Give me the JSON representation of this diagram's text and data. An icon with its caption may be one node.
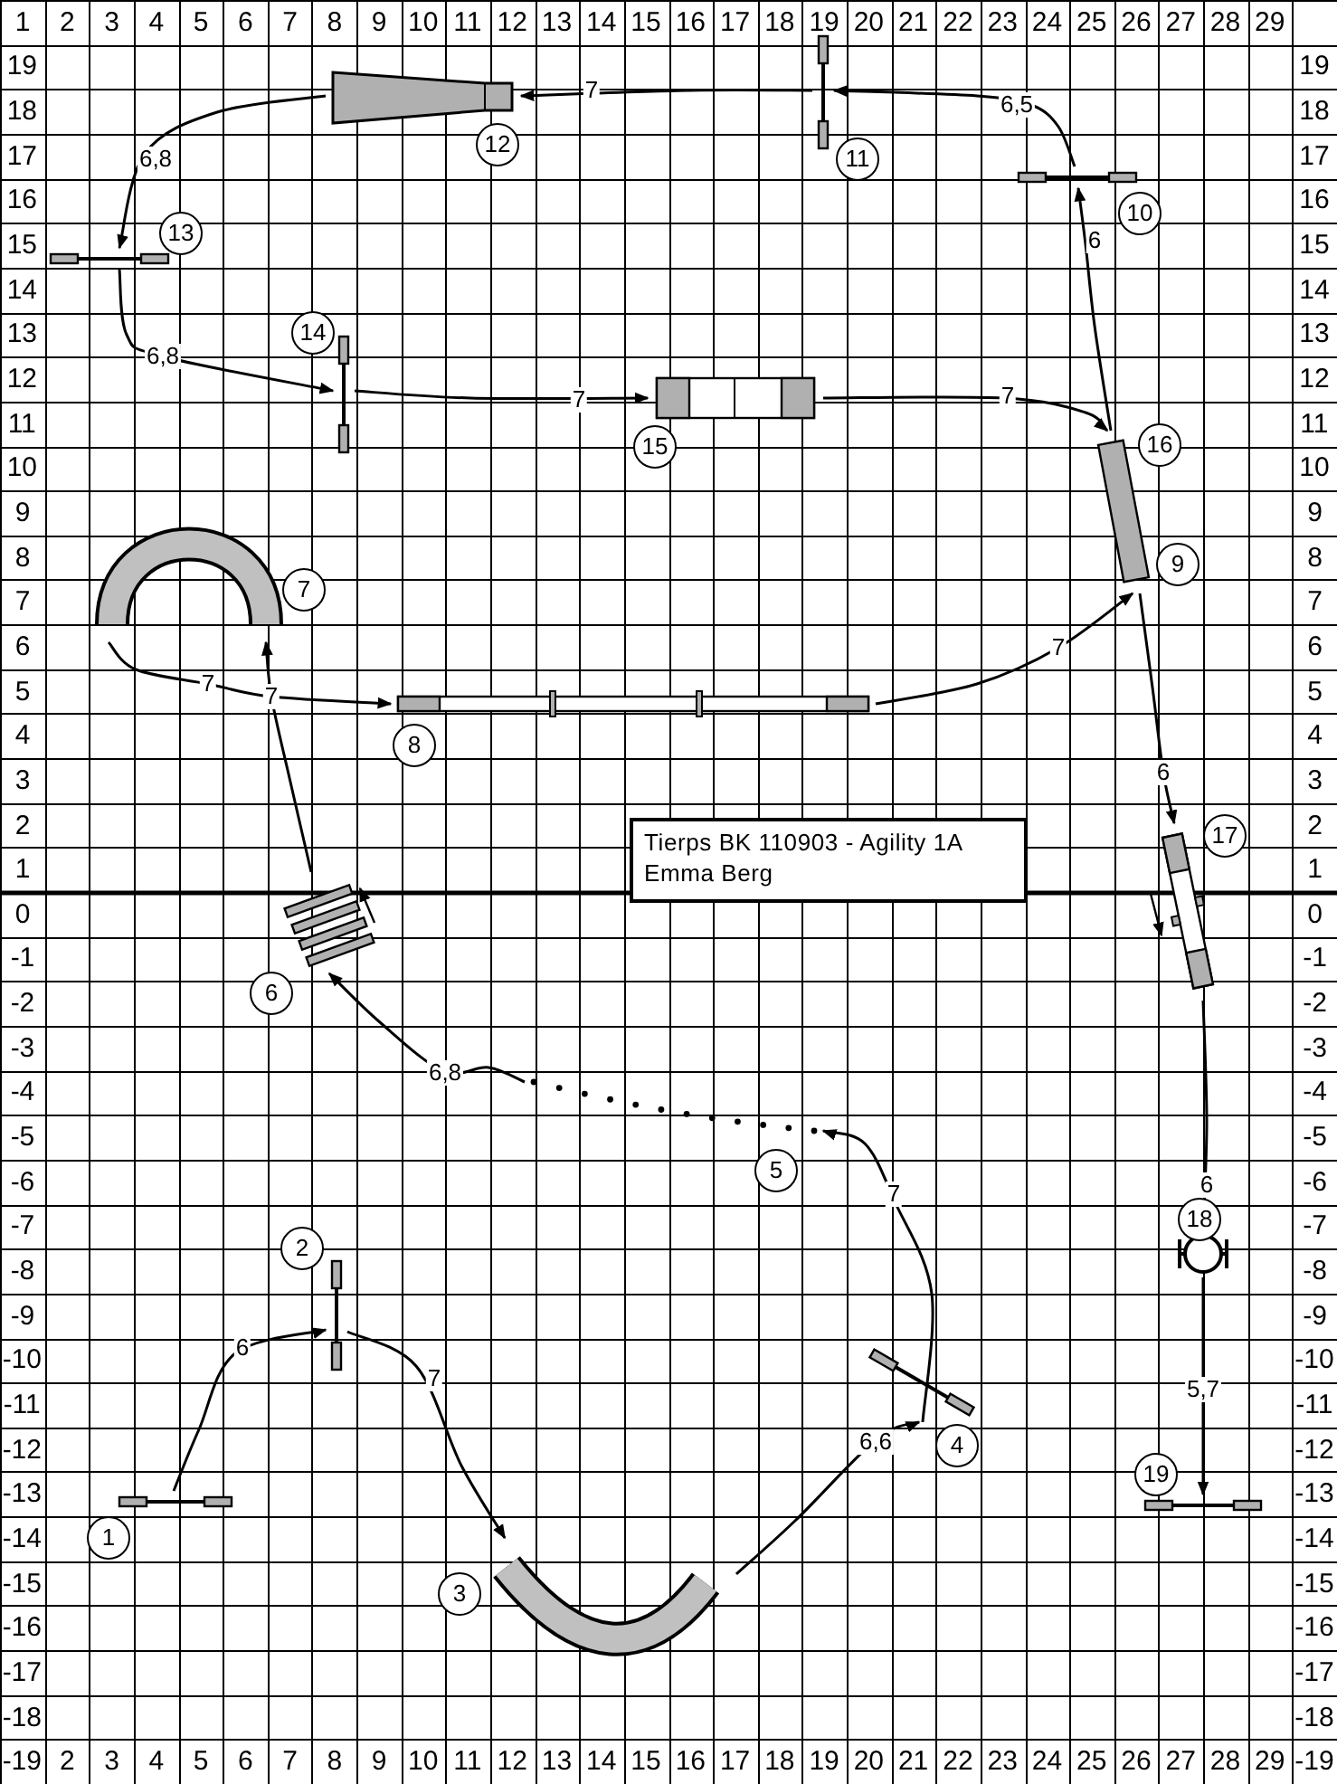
{
  "diagram": {
    "nodes": [
      {
        "text": [],
        "shape": "bar",
        "beside": [
          "1"
        ]
      },
      {
        "text": [],
        "shape": "bar",
        "beside": [
          "2"
        ]
      },
      {
        "text": [],
        "shape": "picture",
        "beside": [
          "3"
        ]
      },
      {
        "text": [],
        "shape": "bar",
        "beside": [
          "4"
        ]
      },
      {
        "text": [],
        "shape": "picture",
        "beside": [
          "5"
        ]
      },
      {
        "text": [],
        "shape": "picture",
        "beside": [
          "6"
        ]
      },
      {
        "text": [],
        "shape": "picture",
        "beside": [
          "7"
        ]
      },
      {
        "text": [],
        "shape": "picture",
        "beside": [
          "8"
        ]
      },
      {
        "text": [],
        "shape": "box",
        "beside": [
          "9",
          "16"
        ]
      },
      {
        "text": [],
        "shape": "bar",
        "beside": [
          "10"
        ]
      },
      {
        "text": [],
        "shape": "bar",
        "beside": [
          "11"
        ]
      },
      {
        "text": [],
        "shape": "picture",
        "beside": [
          "12"
        ]
      },
      {
        "text": [],
        "shape": "bar",
        "beside": [
          "13"
        ]
      },
      {
        "text": [],
        "shape": "bar",
        "beside": [
          "14"
        ]
      },
      {
        "text": [],
        "shape": "picture",
        "beside": [
          "15"
        ]
      },
      {
        "text": [],
        "shape": "picture",
        "beside": [
          "17"
        ]
      },
      {
        "text": [],
        "shape": "picture",
        "beside": [
          "18"
        ]
      },
      {
        "text": [],
        "shape": "bar",
        "beside": [
          "19"
        ]
      },
      {
        "text": [
          "Tierps BK 110903 - Agility 1A",
          "Emma Berg"
        ]
      }
    ],
    "edges": [
      {
        "from": 0,
        "to": 1,
        "arrow": "to",
        "label": "6"
      },
      {
        "from": 1,
        "to": 2,
        "arrow": "to",
        "label": "7"
      },
      {
        "from": 2,
        "to": 3,
        "arrow": "to",
        "label": "6,6"
      },
      {
        "from": 3,
        "to": 4,
        "arrow": "to",
        "label": "7"
      },
      {
        "from": 4,
        "to": 5,
        "arrow": "to",
        "label": "6,8"
      },
      {
        "from": 5,
        "to": 6,
        "arrow": "to",
        "label": "7"
      },
      {
        "from": 6,
        "to": 7,
        "arrow": "to",
        "label": "7"
      },
      {
        "from": 7,
        "to": 8,
        "arrow": "to",
        "label": "7"
      },
      {
        "from": 8,
        "to": 9,
        "arrow": "to",
        "label": "6"
      },
      {
        "from": 9,
        "to": 10,
        "arrow": "to",
        "label": "6,5"
      },
      {
        "from": 10,
        "to": 11,
        "arrow": "to",
        "label": "7"
      },
      {
        "from": 11,
        "to": 12,
        "arrow": "to",
        "label": "6,8"
      },
      {
        "from": 12,
        "to": 13,
        "arrow": "to",
        "label": "6,8"
      },
      {
        "from": 13,
        "to": 14,
        "arrow": "to",
        "label": "7"
      },
      {
        "from": 14,
        "to": 8,
        "arrow": "to",
        "label": "7"
      },
      {
        "from": 8,
        "to": 15,
        "arrow": "to",
        "label": "6"
      },
      {
        "from": 15,
        "to": 16,
        "arrow": "to",
        "label": "6"
      },
      {
        "from": 16,
        "to": 17,
        "arrow": "to",
        "label": "5,7"
      }
    ],
    "labels": [
      "1",
      "2",
      "3",
      "4",
      "5",
      "6",
      "7",
      "8",
      "9",
      "10",
      "11",
      "12",
      "13",
      "14",
      "15",
      "16",
      "17",
      "18",
      "19",
      "20",
      "21",
      "22",
      "23",
      "24",
      "25",
      "26",
      "27",
      "28",
      "29",
      "19",
      "19",
      "18",
      "18",
      "17",
      "17",
      "16",
      "16",
      "15",
      "15",
      "14",
      "14",
      "13",
      "13",
      "12",
      "12",
      "11",
      "11",
      "10",
      "10",
      "9",
      "9",
      "8",
      "8",
      "7",
      "7",
      "6",
      "6",
      "5",
      "5",
      "4",
      "4",
      "3",
      "3",
      "2",
      "2",
      "1",
      "1",
      "0",
      "0",
      "-1",
      "-1",
      "-2",
      "-2",
      "-3",
      "-3",
      "-4",
      "-4",
      "-5",
      "-5",
      "-6",
      "-6",
      "-7",
      "-7",
      "-8",
      "-8",
      "-9",
      "-9",
      "-10",
      "-10",
      "-11",
      "-11",
      "-12",
      "-12",
      "-13",
      "-13",
      "-14",
      "-14",
      "-15",
      "-15",
      "-16",
      "-16",
      "-17",
      "-17",
      "-18",
      "-18",
      "-19",
      "2",
      "3",
      "4",
      "5",
      "6",
      "7",
      "8",
      "9",
      "10",
      "11",
      "12",
      "13",
      "14",
      "15",
      "16",
      "17",
      "18",
      "19",
      "20",
      "21",
      "22",
      "23",
      "24",
      "25",
      "26",
      "27",
      "28",
      "29",
      "-19"
    ]
  }
}
